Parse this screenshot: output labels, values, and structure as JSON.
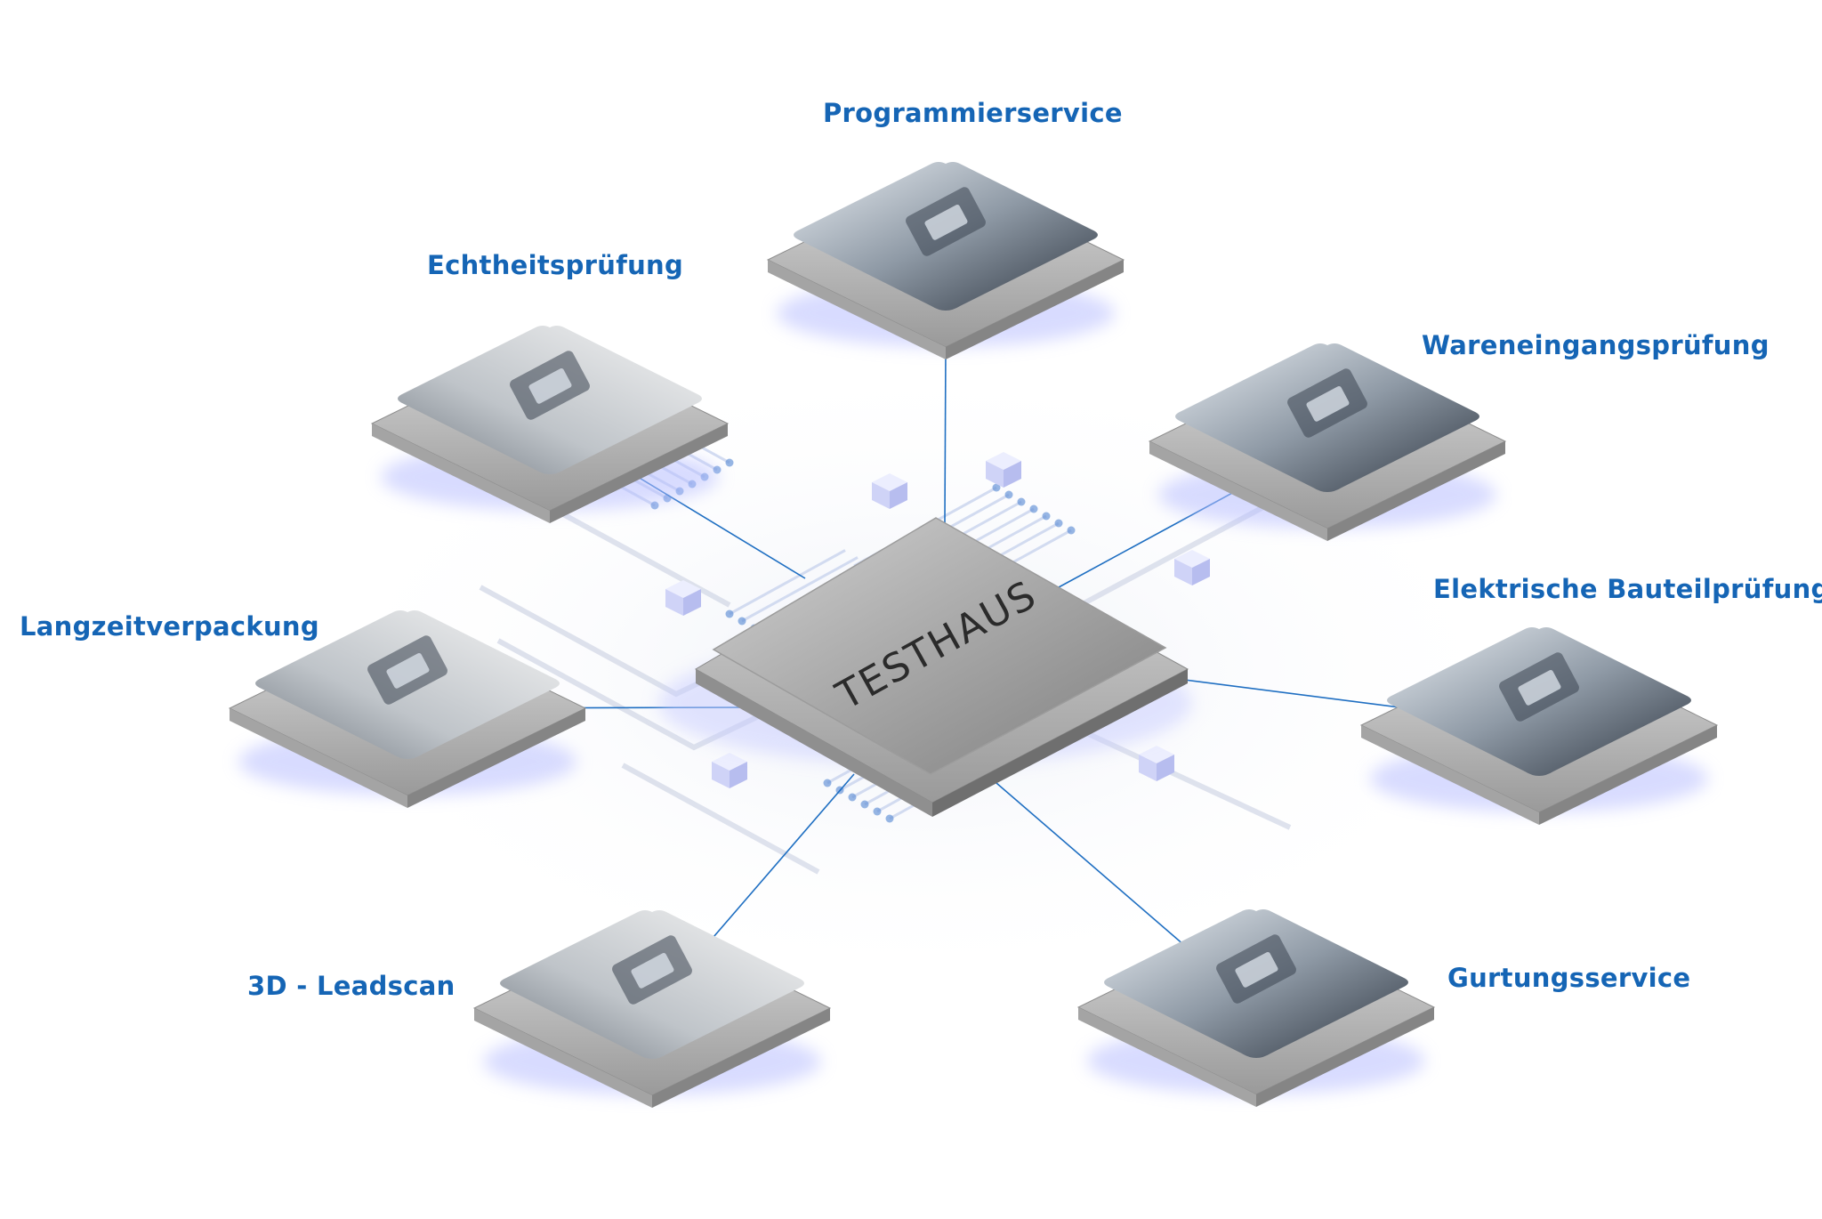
{
  "hub": {
    "label": "TESTHAUS"
  },
  "services": [
    {
      "id": "programmierservice",
      "label": "Programmierservice",
      "photo_icon": "pcb-tray-programmer-icon"
    },
    {
      "id": "echtheitspruefung",
      "label": "Echtheitsprüfung",
      "photo_icon": "microscope-chip-icon"
    },
    {
      "id": "wareneingangspruefung",
      "label": "Wareneingangsprüfung",
      "photo_icon": "component-tweezers-icon"
    },
    {
      "id": "langzeitverpackung",
      "label": "Langzeitverpackung",
      "photo_icon": "vacuum-packaging-icon"
    },
    {
      "id": "elektrische-bauteilpruefung",
      "label": "Elektrische Bauteilprüfung",
      "photo_icon": "oscilloscope-tester-icon"
    },
    {
      "id": "3d-leadscan",
      "label": "3D - Leadscan",
      "photo_icon": "wafer-scanner-icon"
    },
    {
      "id": "gurtungsservice",
      "label": "Gurtungsservice",
      "photo_icon": "tape-reel-icon"
    }
  ],
  "colors": {
    "label": "#1565b5",
    "trace": "#1f6fc2",
    "chip_top": "#a9a9a9",
    "tile_base": "#c2c2c2",
    "glow": "#b9bfff"
  }
}
